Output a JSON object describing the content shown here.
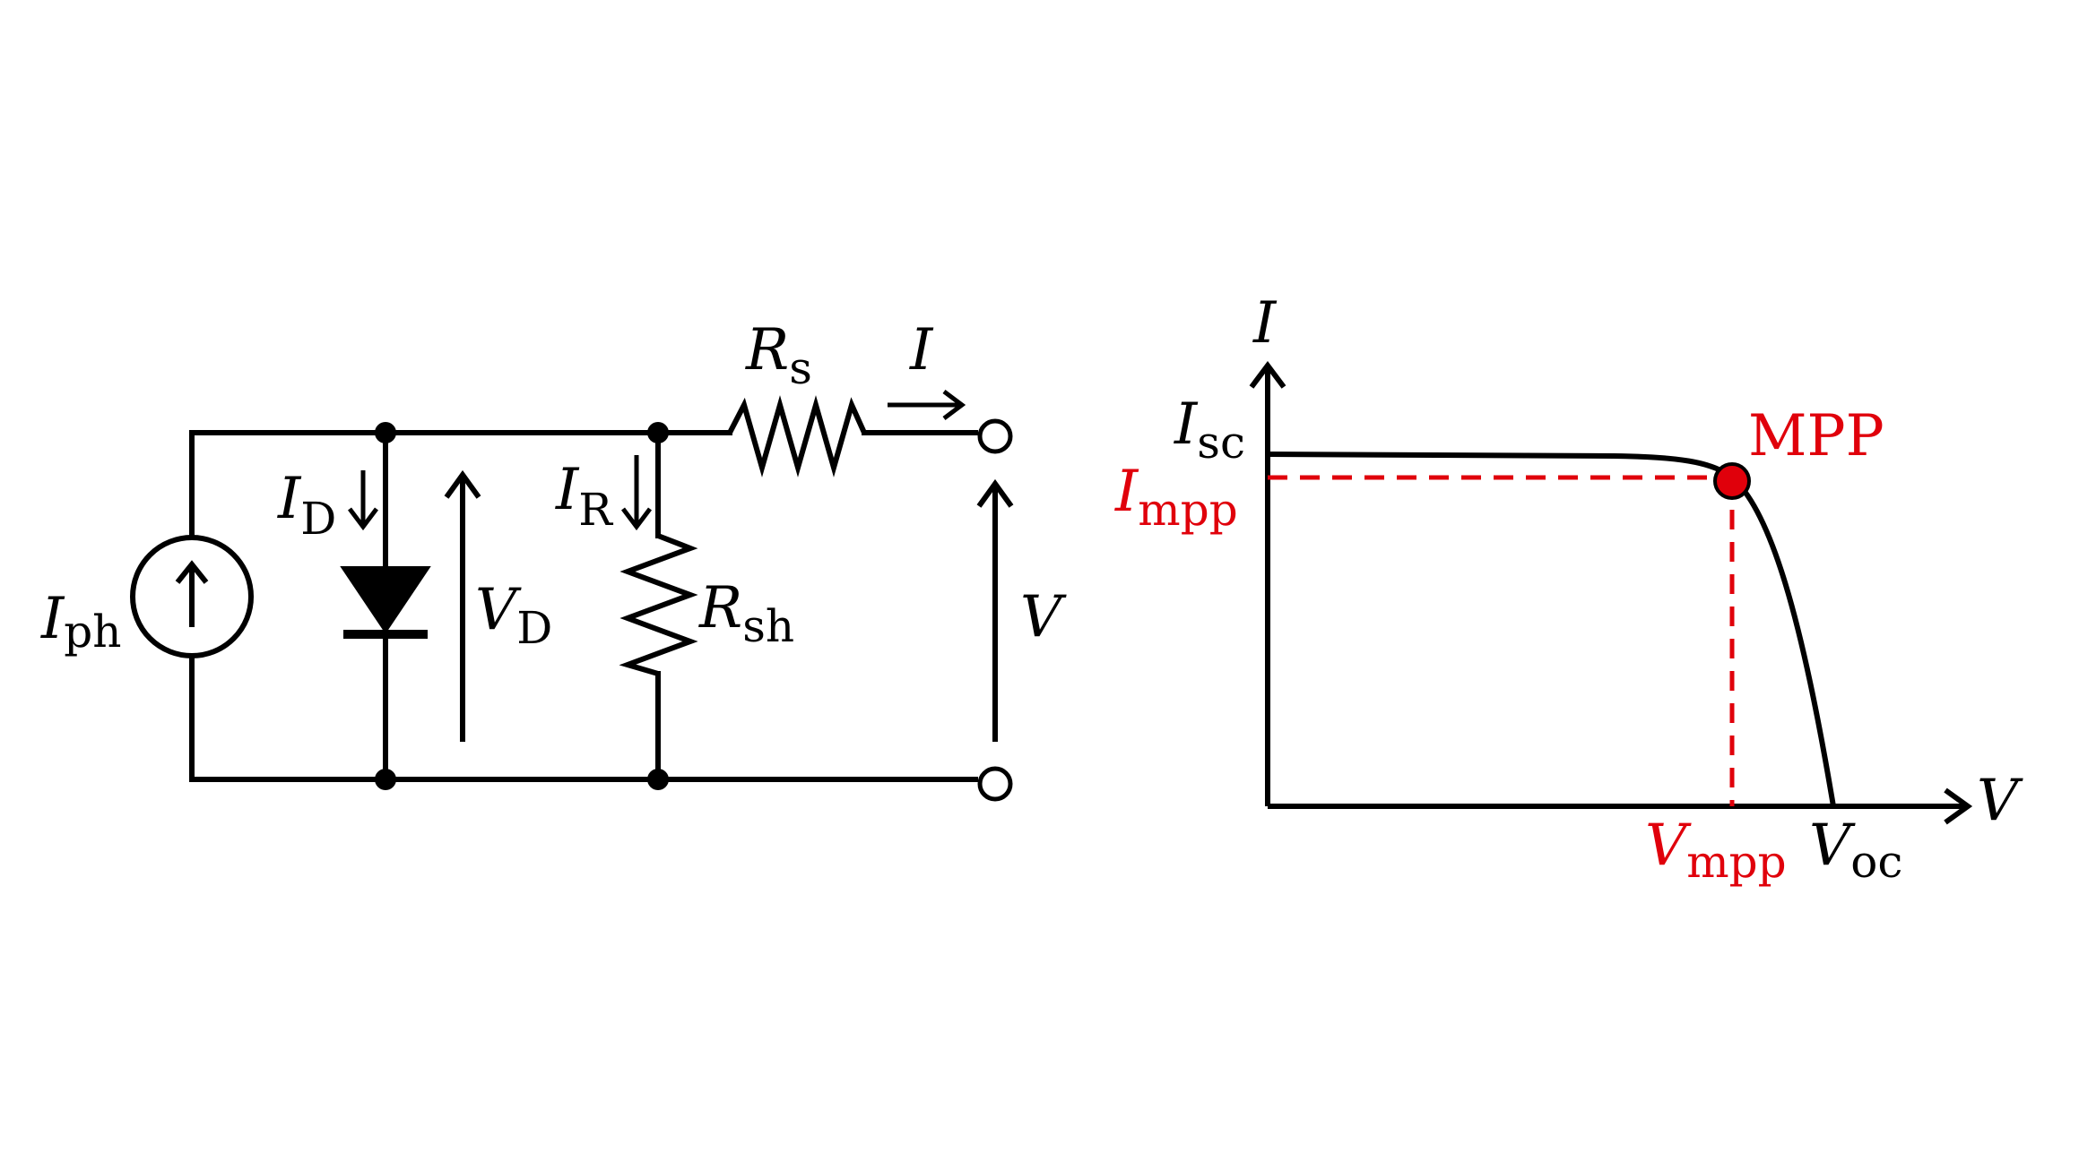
{
  "colors": {
    "ink": "#000000",
    "highlight": "#e0000b",
    "background": "#ffffff"
  },
  "circuit": {
    "source_label": {
      "main": "I",
      "sub": "ph"
    },
    "diode_current": {
      "main": "I",
      "sub": "D"
    },
    "diode_voltage": {
      "main": "V",
      "sub": "D"
    },
    "shunt_current": {
      "main": "I",
      "sub": "R"
    },
    "shunt_resistor": {
      "main": "R",
      "sub": "sh"
    },
    "series_resistor": {
      "main": "R",
      "sub": "s"
    },
    "output_current": {
      "main": "I"
    },
    "output_voltage": {
      "main": "V"
    }
  },
  "iv_curve": {
    "y_axis": {
      "main": "I"
    },
    "x_axis": {
      "main": "V"
    },
    "isc": {
      "main": "I",
      "sub": "sc"
    },
    "voc": {
      "main": "V",
      "sub": "oc"
    },
    "impp": {
      "main": "I",
      "sub": "mpp"
    },
    "vmpp": {
      "main": "V",
      "sub": "mpp"
    },
    "mpp_label": "MPP"
  }
}
